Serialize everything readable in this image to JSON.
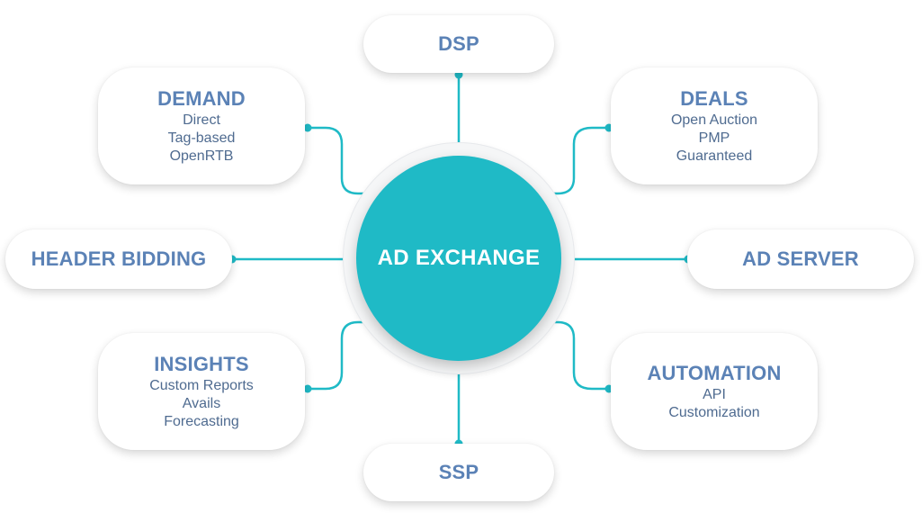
{
  "center": {
    "label": "AD EXCHANGE"
  },
  "nodes": {
    "dsp": {
      "title": "DSP",
      "items": []
    },
    "demand": {
      "title": "DEMAND",
      "items": [
        "Direct",
        "Tag-based",
        "OpenRTB"
      ]
    },
    "deals": {
      "title": "DEALS",
      "items": [
        "Open Auction",
        "PMP",
        "Guaranteed"
      ]
    },
    "header_bidding": {
      "title": "HEADER BIDDING",
      "items": []
    },
    "ad_server": {
      "title": "AD SERVER",
      "items": []
    },
    "insights": {
      "title": "INSIGHTS",
      "items": [
        "Custom Reports",
        "Avails",
        "Forecasting"
      ]
    },
    "automation": {
      "title": "AUTOMATION",
      "items": [
        "API",
        "Customization"
      ]
    },
    "ssp": {
      "title": "SSP",
      "items": []
    }
  },
  "colors": {
    "accent": "#1fbac6",
    "title_text": "#5b82b6",
    "item_text": "#4f6b90",
    "card_background": "#ffffff"
  }
}
